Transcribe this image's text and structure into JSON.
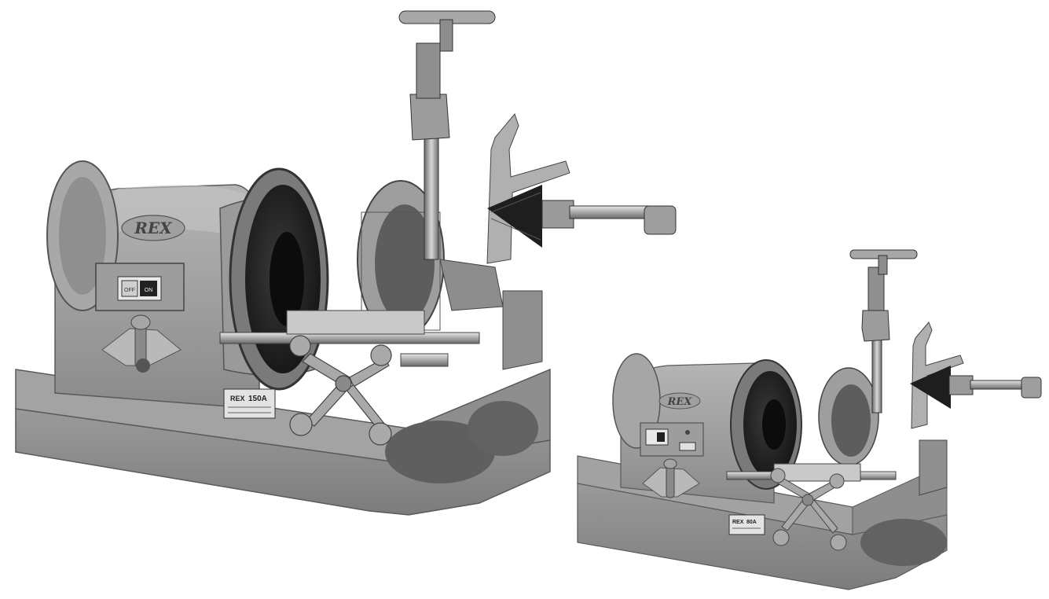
{
  "machines": [
    {
      "id": "large",
      "logo": "REX",
      "switch_off": "OFF",
      "switch_on": "ON",
      "plate_brand": "REX",
      "plate_model": "150A"
    },
    {
      "id": "small",
      "logo": "REX",
      "plate_brand": "REX",
      "plate_model": "80A"
    }
  ],
  "colors": {
    "body": "#9c9c9c",
    "body_light": "#b8b8b8",
    "body_dark": "#6e6e6e",
    "steel": "#c8c8c8",
    "black": "#1e1e1e",
    "background": "#ffffff"
  }
}
